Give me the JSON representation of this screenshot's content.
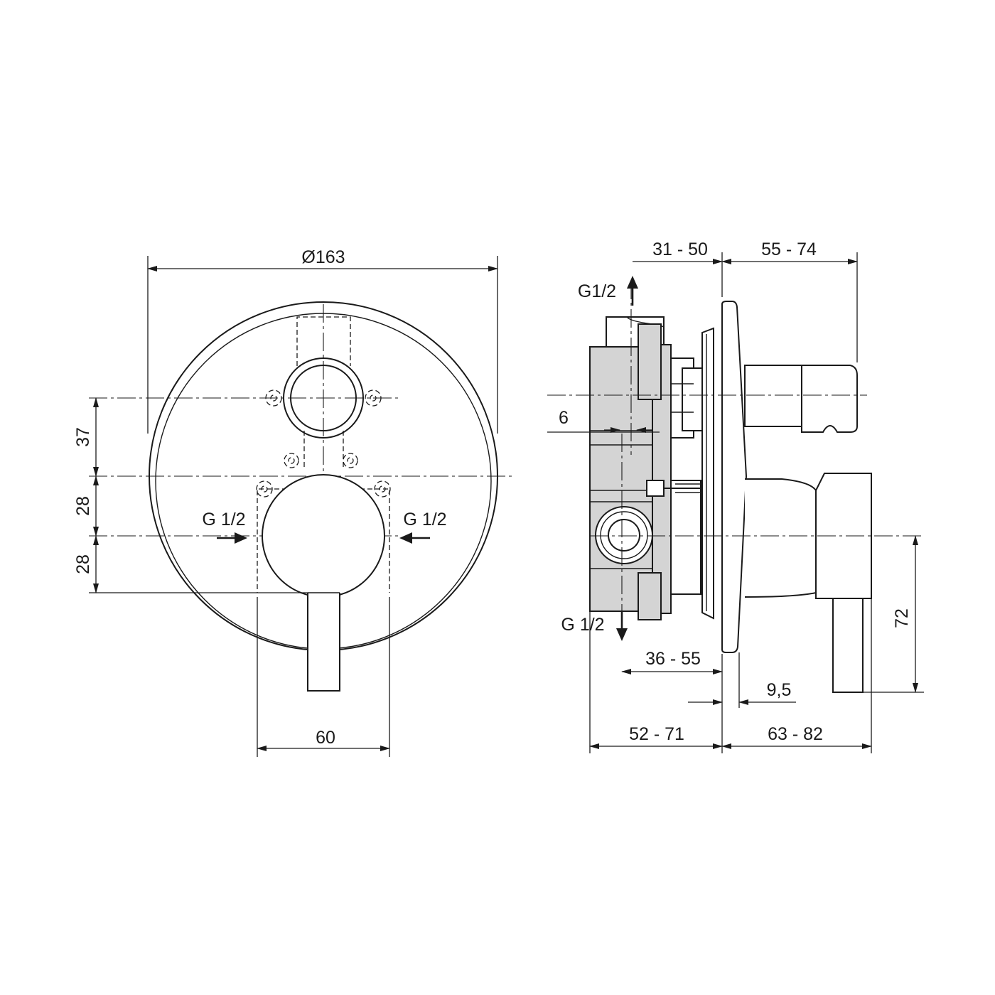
{
  "front_view": {
    "dimensions": {
      "diameter": "Ø163",
      "v_upper": "37",
      "v_middle": "28",
      "v_lower": "28",
      "width_bottom": "60"
    },
    "connections": {
      "inlet_left": "G 1/2",
      "inlet_right": "G 1/2"
    }
  },
  "side_view": {
    "dimensions": {
      "top_left": "31 - 50",
      "top_right": "55 - 74",
      "wall_gap": "6",
      "depth_mid": "36 - 55",
      "plate": "9,5",
      "bottom_left": "52 - 71",
      "bottom_right": "63 - 82",
      "height_right": "72"
    },
    "connections": {
      "outlet_top": "G1/2",
      "outlet_bottom": "G 1/2"
    }
  }
}
